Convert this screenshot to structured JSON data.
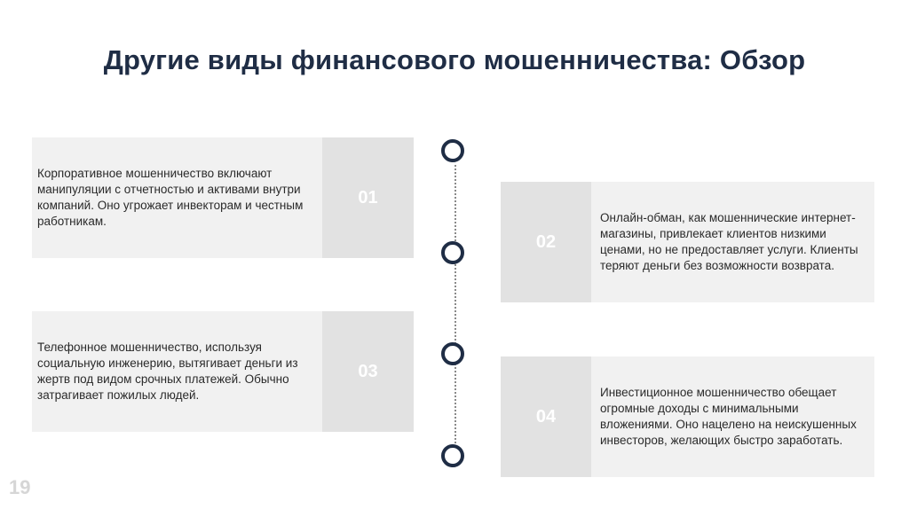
{
  "title": "Другие виды финансового мошенничества: Обзор",
  "cards": [
    {
      "number": "01",
      "text": "Корпоративное мошенничество включают манипуляции с отчетностью и активами внутри компаний. Оно угрожает инвекторам и честным работникам."
    },
    {
      "number": "02",
      "text": "Онлайн-обман, как мошеннические интернет-магазины, привлекает клиентов низкими ценами, но не предоставляет услуги. Клиенты теряют деньги без возможности возврата."
    },
    {
      "number": "03",
      "text": "Телефонное мошенничество, используя социальную инженерию, вытягивает деньги из жертв под видом срочных платежей. Обычно затрагивает пожилых людей."
    },
    {
      "number": "04",
      "text": "Инвестиционное мошенничество обещает огромные доходы с минимальными вложениями. Оно нацелено на неискушенных инвесторов, желающих быстро заработать."
    }
  ],
  "page_number": "19",
  "colors": {
    "title": "#1f2d45",
    "circle": "#1f2d45",
    "text_box": "#f1f1f1",
    "number_box": "#e2e2e2",
    "number_text": "#ffffff"
  }
}
